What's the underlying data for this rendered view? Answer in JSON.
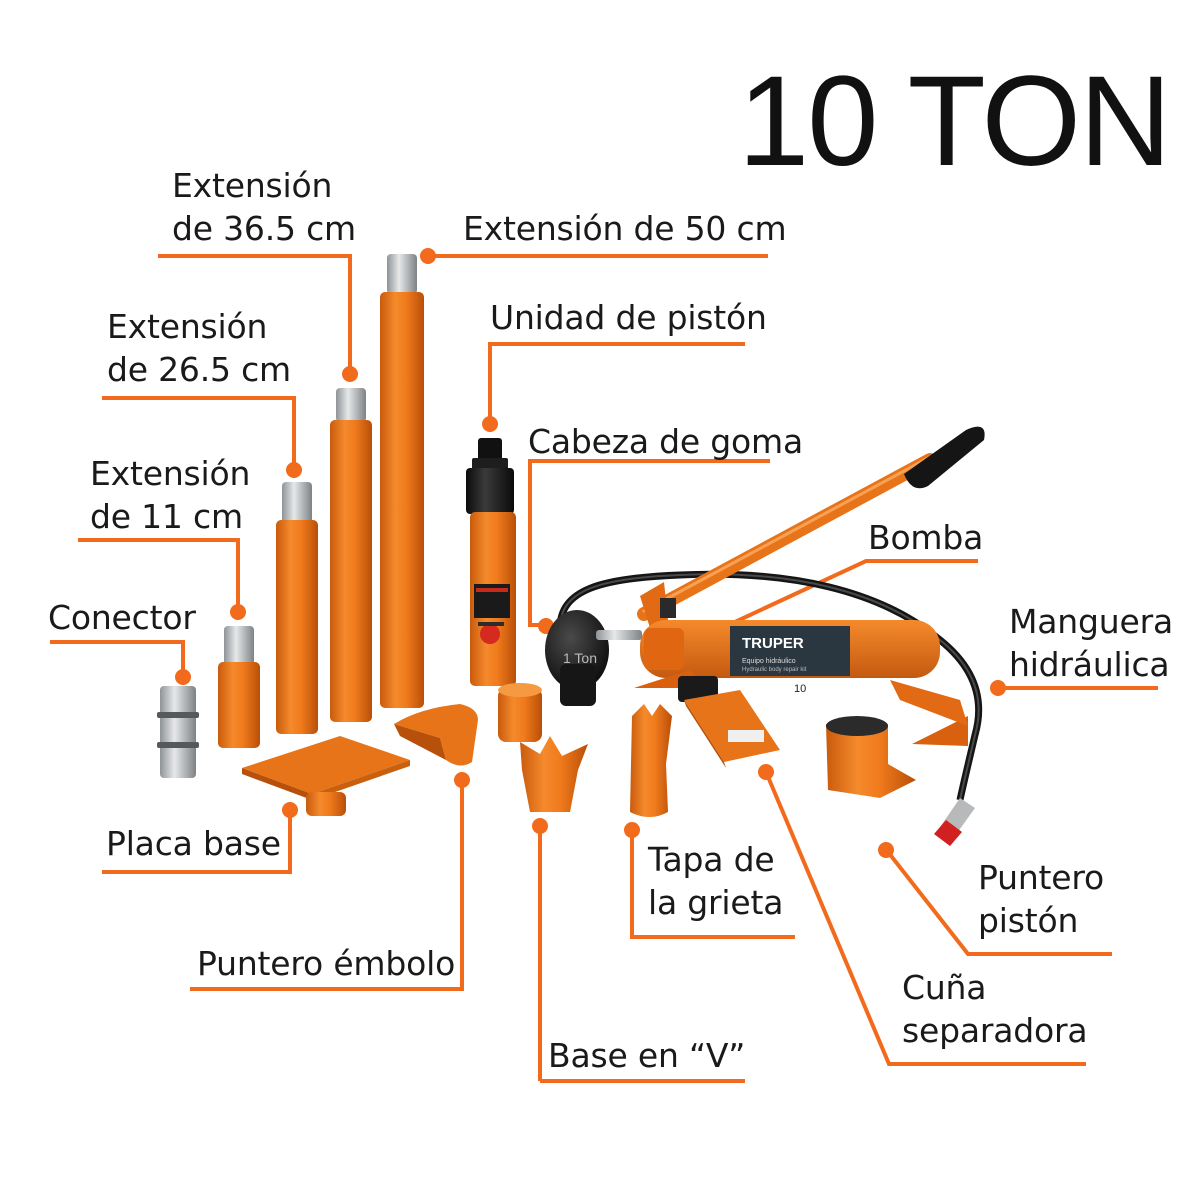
{
  "title": "10 TON",
  "colors": {
    "leader": "#f26b1d",
    "tool_orange": "#e8741a",
    "tool_dark": "#1d1d1d",
    "steel": "#b8bcbf"
  },
  "labels": {
    "ext_365": [
      "Extensión",
      "de 36.5 cm"
    ],
    "ext_50": "Extensión de 50 cm",
    "ext_265": [
      "Extensión",
      "de 26.5 cm"
    ],
    "piston_unit": "Unidad de pistón",
    "rubber_head": "Cabeza de goma",
    "ext_11": [
      "Extensión",
      "de 11 cm"
    ],
    "pump": "Bomba",
    "connector": "Conector",
    "hose": [
      "Manguera",
      "hidráulica"
    ],
    "base_plate": "Placa base",
    "crack_cap": [
      "Tapa de",
      "la grieta"
    ],
    "piston_point": [
      "Puntero",
      "pistón"
    ],
    "plunger_point": "Puntero émbolo",
    "wedge": [
      "Cuña",
      "separadora"
    ],
    "v_base": "Base en “V”"
  },
  "product_marks": {
    "rubber_head_text": "1 Ton",
    "brand": "TRUPER",
    "pump_caption": "Equipo hidráulico",
    "pump_caption_en": "Hydraulic body repair kit",
    "pump_rating": "10"
  }
}
